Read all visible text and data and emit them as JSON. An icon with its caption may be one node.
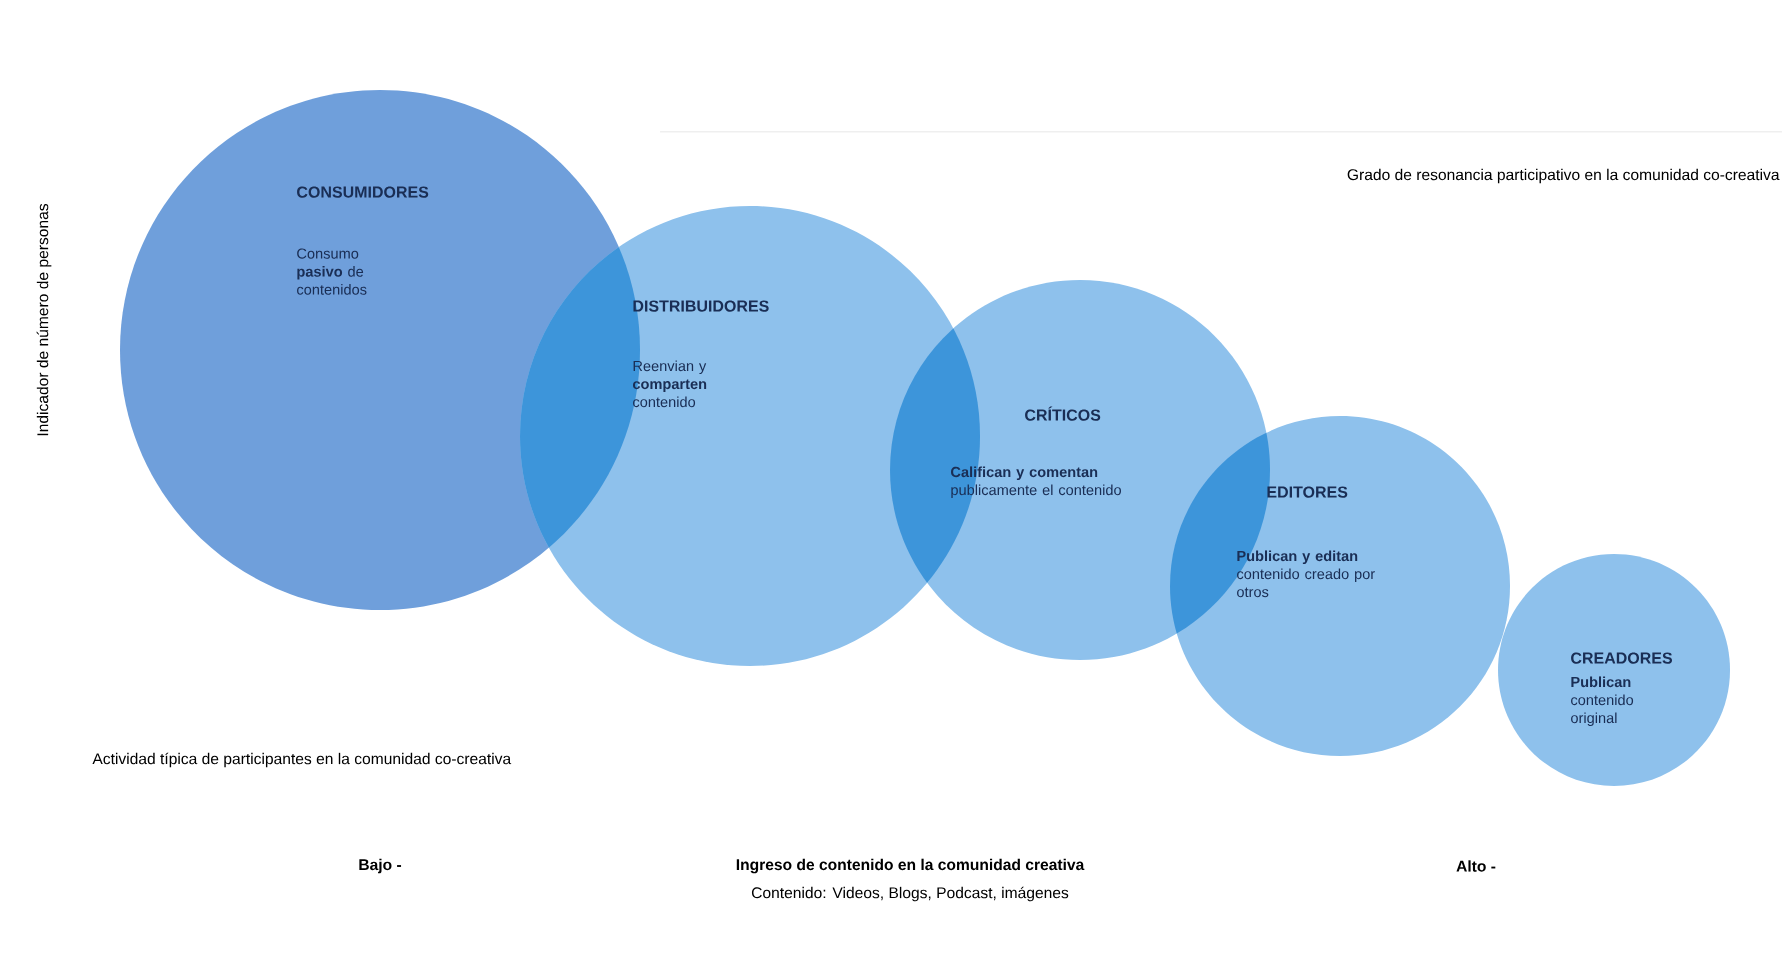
{
  "diagram": {
    "nodes": [
      {
        "text": [
          "CONSUMIDORES",
          "Consumo **pasivo** de contenidos"
        ]
      },
      {
        "text": [
          "DISTRIBUIDORES",
          "Reenvian y **comparten** contenido"
        ]
      },
      {
        "text": [
          "CRÍTICOS",
          "**Califican y comentan** publicamente el contenido"
        ]
      },
      {
        "text": [
          "EDITORES",
          "**Publican y editan** contenido creado por otros"
        ]
      },
      {
        "text": [
          "CREADORES",
          "**Publican** contenido original"
        ]
      }
    ],
    "edges": [],
    "labels": [
      "Indicador de número de personas",
      "Grado de resonancia participativo en la comunidad co-creativa",
      "Actividad típica de participantes en la comunidad co-creativa",
      "Bajo -",
      "Ingreso de contenido en la comunidad creativa",
      "Contenido: Videos, Blogs, Podcast, imágenes",
      "Alto -"
    ]
  }
}
